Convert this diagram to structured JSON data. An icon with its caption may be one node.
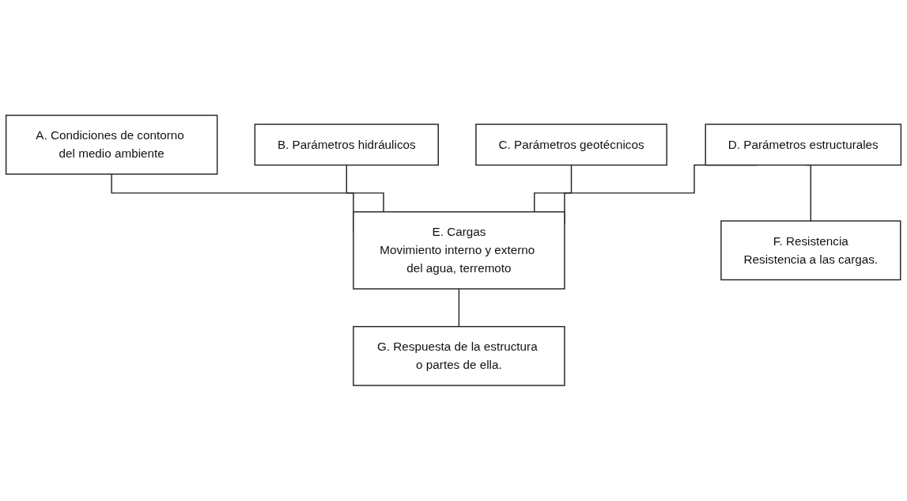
{
  "diagram": {
    "nodes": [
      {
        "text": [
          "A. Condiciones de contorno del medio ambiente"
        ]
      },
      {
        "text": [
          "B. Parámetros hidráulicos"
        ]
      },
      {
        "text": [
          "C. Parámetros geotécnicos"
        ]
      },
      {
        "text": [
          "D. Parámetros estructurales"
        ]
      },
      {
        "text": [
          "E. Cargas",
          "Movimiento interno y externo del agua, terremoto"
        ]
      },
      {
        "text": [
          "F. Resistencia",
          "Resistencia a las cargas."
        ]
      },
      {
        "text": [
          "G. Respuesta de la estructura o partes de ella."
        ]
      }
    ],
    "edges": [
      {
        "from": 0,
        "to": 4,
        "arrow": "none"
      },
      {
        "from": 1,
        "to": 4,
        "arrow": "none"
      },
      {
        "from": 2,
        "to": 4,
        "arrow": "none"
      },
      {
        "from": 3,
        "to": 4,
        "arrow": "none"
      },
      {
        "from": 3,
        "to": 5,
        "arrow": "none"
      },
      {
        "from": 4,
        "to": 6,
        "arrow": "none"
      }
    ]
  }
}
